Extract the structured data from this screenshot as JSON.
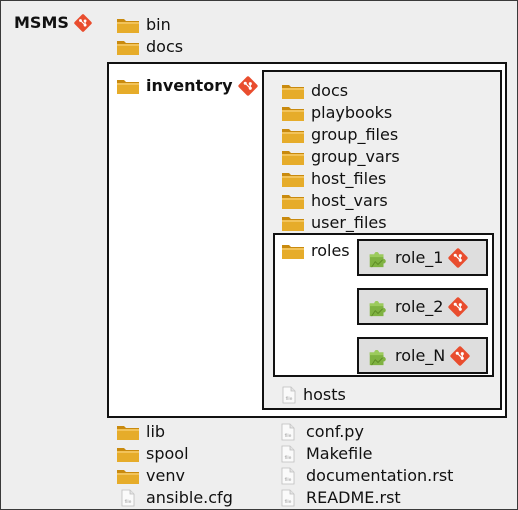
{
  "root": {
    "name": "MSMS",
    "top_folders": [
      "bin",
      "docs"
    ]
  },
  "inventory": {
    "name": "inventory",
    "folders": [
      "docs",
      "playbooks",
      "group_files",
      "group_vars",
      "host_files",
      "host_vars",
      "user_files"
    ],
    "roles_label": "roles",
    "roles": [
      "role_1",
      "role_2",
      "role_N"
    ],
    "hosts_file": "hosts"
  },
  "bottom": {
    "left": [
      {
        "name": "lib",
        "type": "folder"
      },
      {
        "name": "spool",
        "type": "folder"
      },
      {
        "name": "venv",
        "type": "folder"
      },
      {
        "name": "ansible.cfg",
        "type": "file"
      }
    ],
    "right": [
      {
        "name": "conf.py",
        "type": "file"
      },
      {
        "name": "Makefile",
        "type": "file"
      },
      {
        "name": "documentation.rst",
        "type": "file"
      },
      {
        "name": "README.rst",
        "type": "file"
      }
    ]
  },
  "colors": {
    "folder": "#d79e1c",
    "git_badge": "#e94d2e",
    "puzzle": "#79a83a",
    "background": "#eeeeee"
  }
}
